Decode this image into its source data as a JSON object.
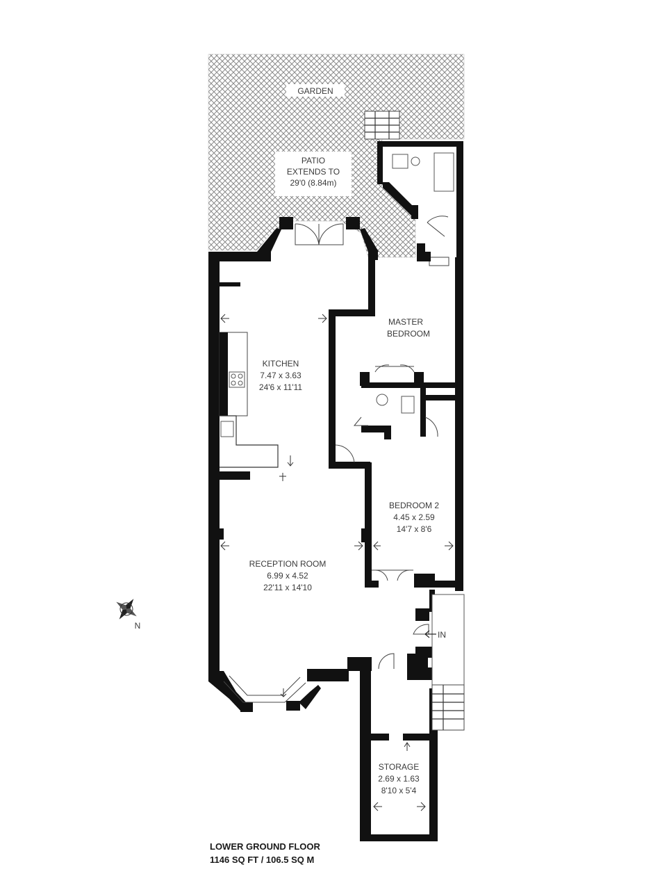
{
  "plan": {
    "floor_title": "LOWER GROUND FLOOR",
    "floor_area": "1146 SQ FT / 106.5 SQ M",
    "compass_label": "N",
    "entrance_label": "IN",
    "rooms": {
      "garden": {
        "name": "GARDEN"
      },
      "patio": {
        "line1": "PATIO",
        "line2": "EXTENDS TO",
        "line3": "29'0 (8.84m)"
      },
      "master_bedroom": {
        "line1": "MASTER",
        "line2": "BEDROOM"
      },
      "kitchen": {
        "name": "KITCHEN",
        "metric": "7.47 x 3.63",
        "imperial": "24'6 x 11'11"
      },
      "bedroom2": {
        "name": "BEDROOM 2",
        "metric": "4.45 x 2.59",
        "imperial": "14'7 x 8'6"
      },
      "reception": {
        "name": "RECEPTION ROOM",
        "metric": "6.99 x 4.52",
        "imperial": "22'11 x 14'10"
      },
      "storage": {
        "name": "STORAGE",
        "metric": "2.69 x 1.63",
        "imperial": "8'10 x 5'4"
      }
    }
  }
}
